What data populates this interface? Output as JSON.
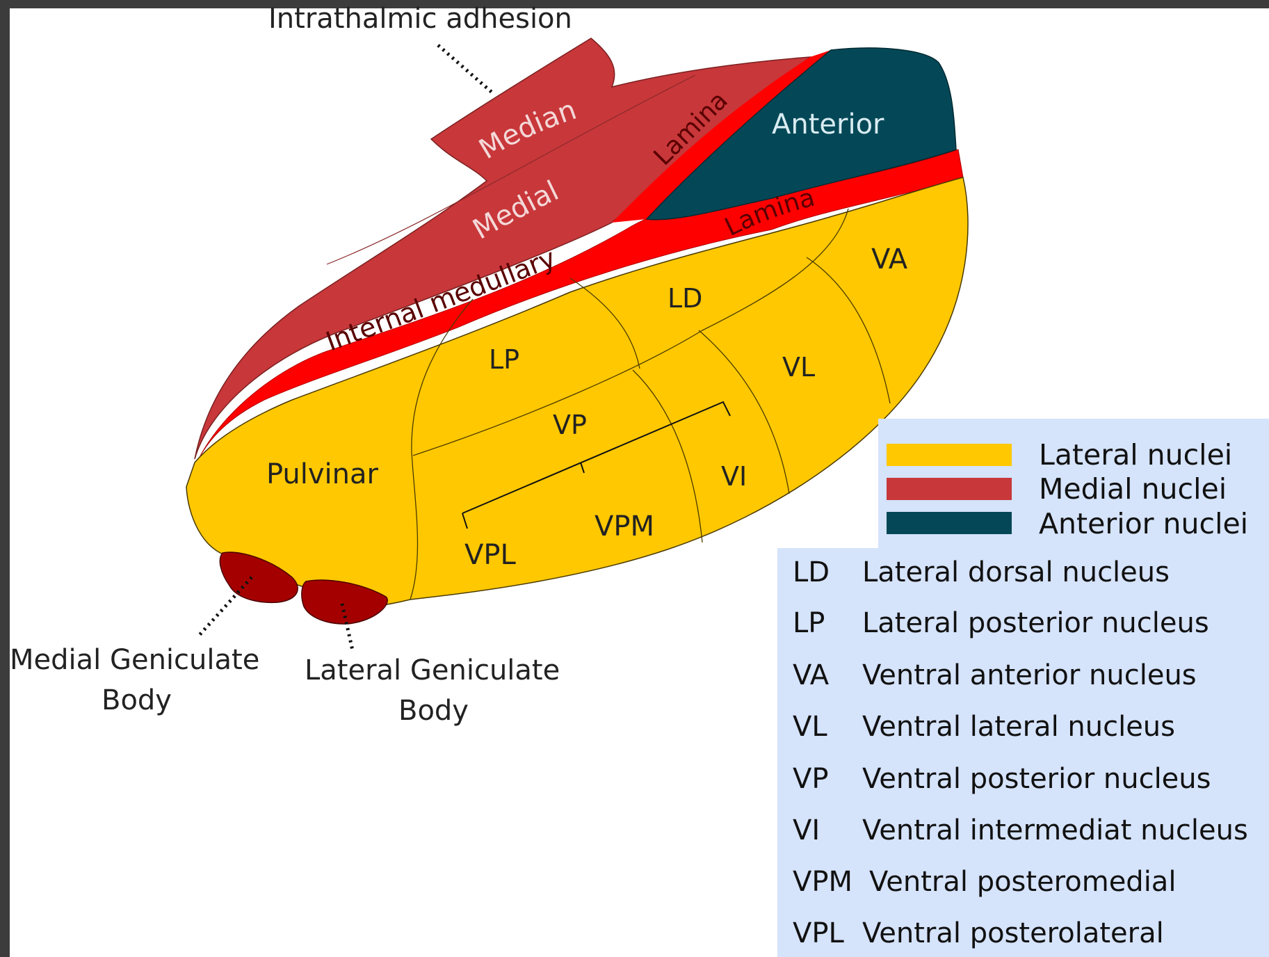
{
  "title_label": "Intrathalmic adhesion",
  "regions": {
    "median": "Median",
    "medial": "Medial",
    "anterior": "Anterior",
    "lamina_upper": "Lamina",
    "lamina_lower": "Lamina",
    "internal_medullary": "Internal medullary",
    "va": "VA",
    "ld": "LD",
    "lp": "LP",
    "vl": "VL",
    "vp": "VP",
    "vi": "VI",
    "pulvinar": "Pulvinar",
    "vpm": "VPM",
    "vpl": "VPL"
  },
  "external_labels": {
    "medial_geniculate_line1": "Medial Geniculate",
    "medial_geniculate_line2": "Body",
    "lateral_geniculate_line1": "Lateral Geniculate",
    "lateral_geniculate_line2": "Body"
  },
  "legend": {
    "items": [
      {
        "label": "Lateral nuclei",
        "color": "#ffc800"
      },
      {
        "label": "Medial nuclei",
        "color": "#c8373a"
      },
      {
        "label": "Anterior nuclei",
        "color": "#044857"
      }
    ]
  },
  "abbreviations": [
    {
      "abbr": "LD",
      "desc": "Lateral dorsal nucleus"
    },
    {
      "abbr": "LP",
      "desc": "Lateral posterior nucleus"
    },
    {
      "abbr": "VA",
      "desc": "Ventral anterior nucleus"
    },
    {
      "abbr": "VL",
      "desc": "Ventral lateral nucleus"
    },
    {
      "abbr": "VP",
      "desc": "Ventral posterior nucleus"
    },
    {
      "abbr": "VI",
      "desc": "Ventral intermediat nucleus"
    },
    {
      "abbr": "VPM",
      "desc": "Ventral posteromedial"
    },
    {
      "abbr": "VPL",
      "desc": "Ventral posterolateral"
    }
  ],
  "colors": {
    "lateral": "#ffc800",
    "medial": "#c8373a",
    "lamina": "#ff0000",
    "anterior": "#044857",
    "geniculate": "#a50000",
    "legend_bg": "#d5e3fb"
  }
}
